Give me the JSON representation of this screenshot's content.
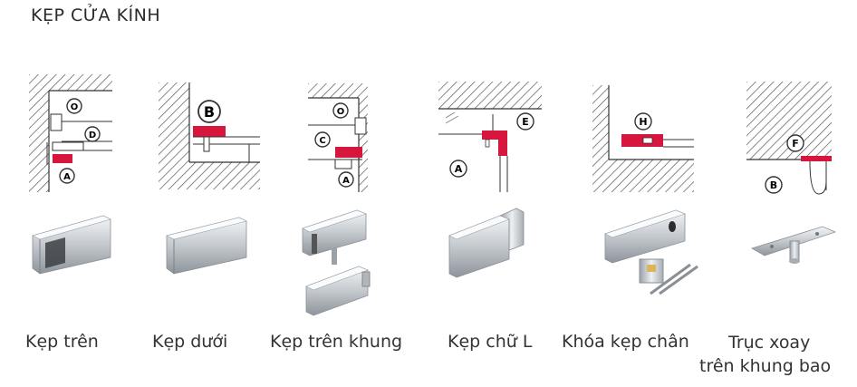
{
  "header": {
    "title": "KẸP CỬA KÍNH"
  },
  "items": [
    {
      "label": "Kẹp trên",
      "markers": [
        "O",
        "D",
        "A"
      ]
    },
    {
      "label": "Kẹp dưới",
      "markers": [
        "B"
      ]
    },
    {
      "label": "Kẹp trên khung",
      "markers": [
        "O",
        "C",
        "A"
      ]
    },
    {
      "label": "Kẹp chữ L",
      "markers": [
        "E",
        "A"
      ]
    },
    {
      "label": "Khóa kẹp chân",
      "markers": [
        "H"
      ]
    },
    {
      "label_line1": "Trục xoay",
      "label_line2": "trên khung bao",
      "markers": [
        "F",
        "B"
      ]
    }
  ],
  "colors": {
    "accent": "#d6163c",
    "hatch": "#555555",
    "metal": "#c9ced3"
  }
}
